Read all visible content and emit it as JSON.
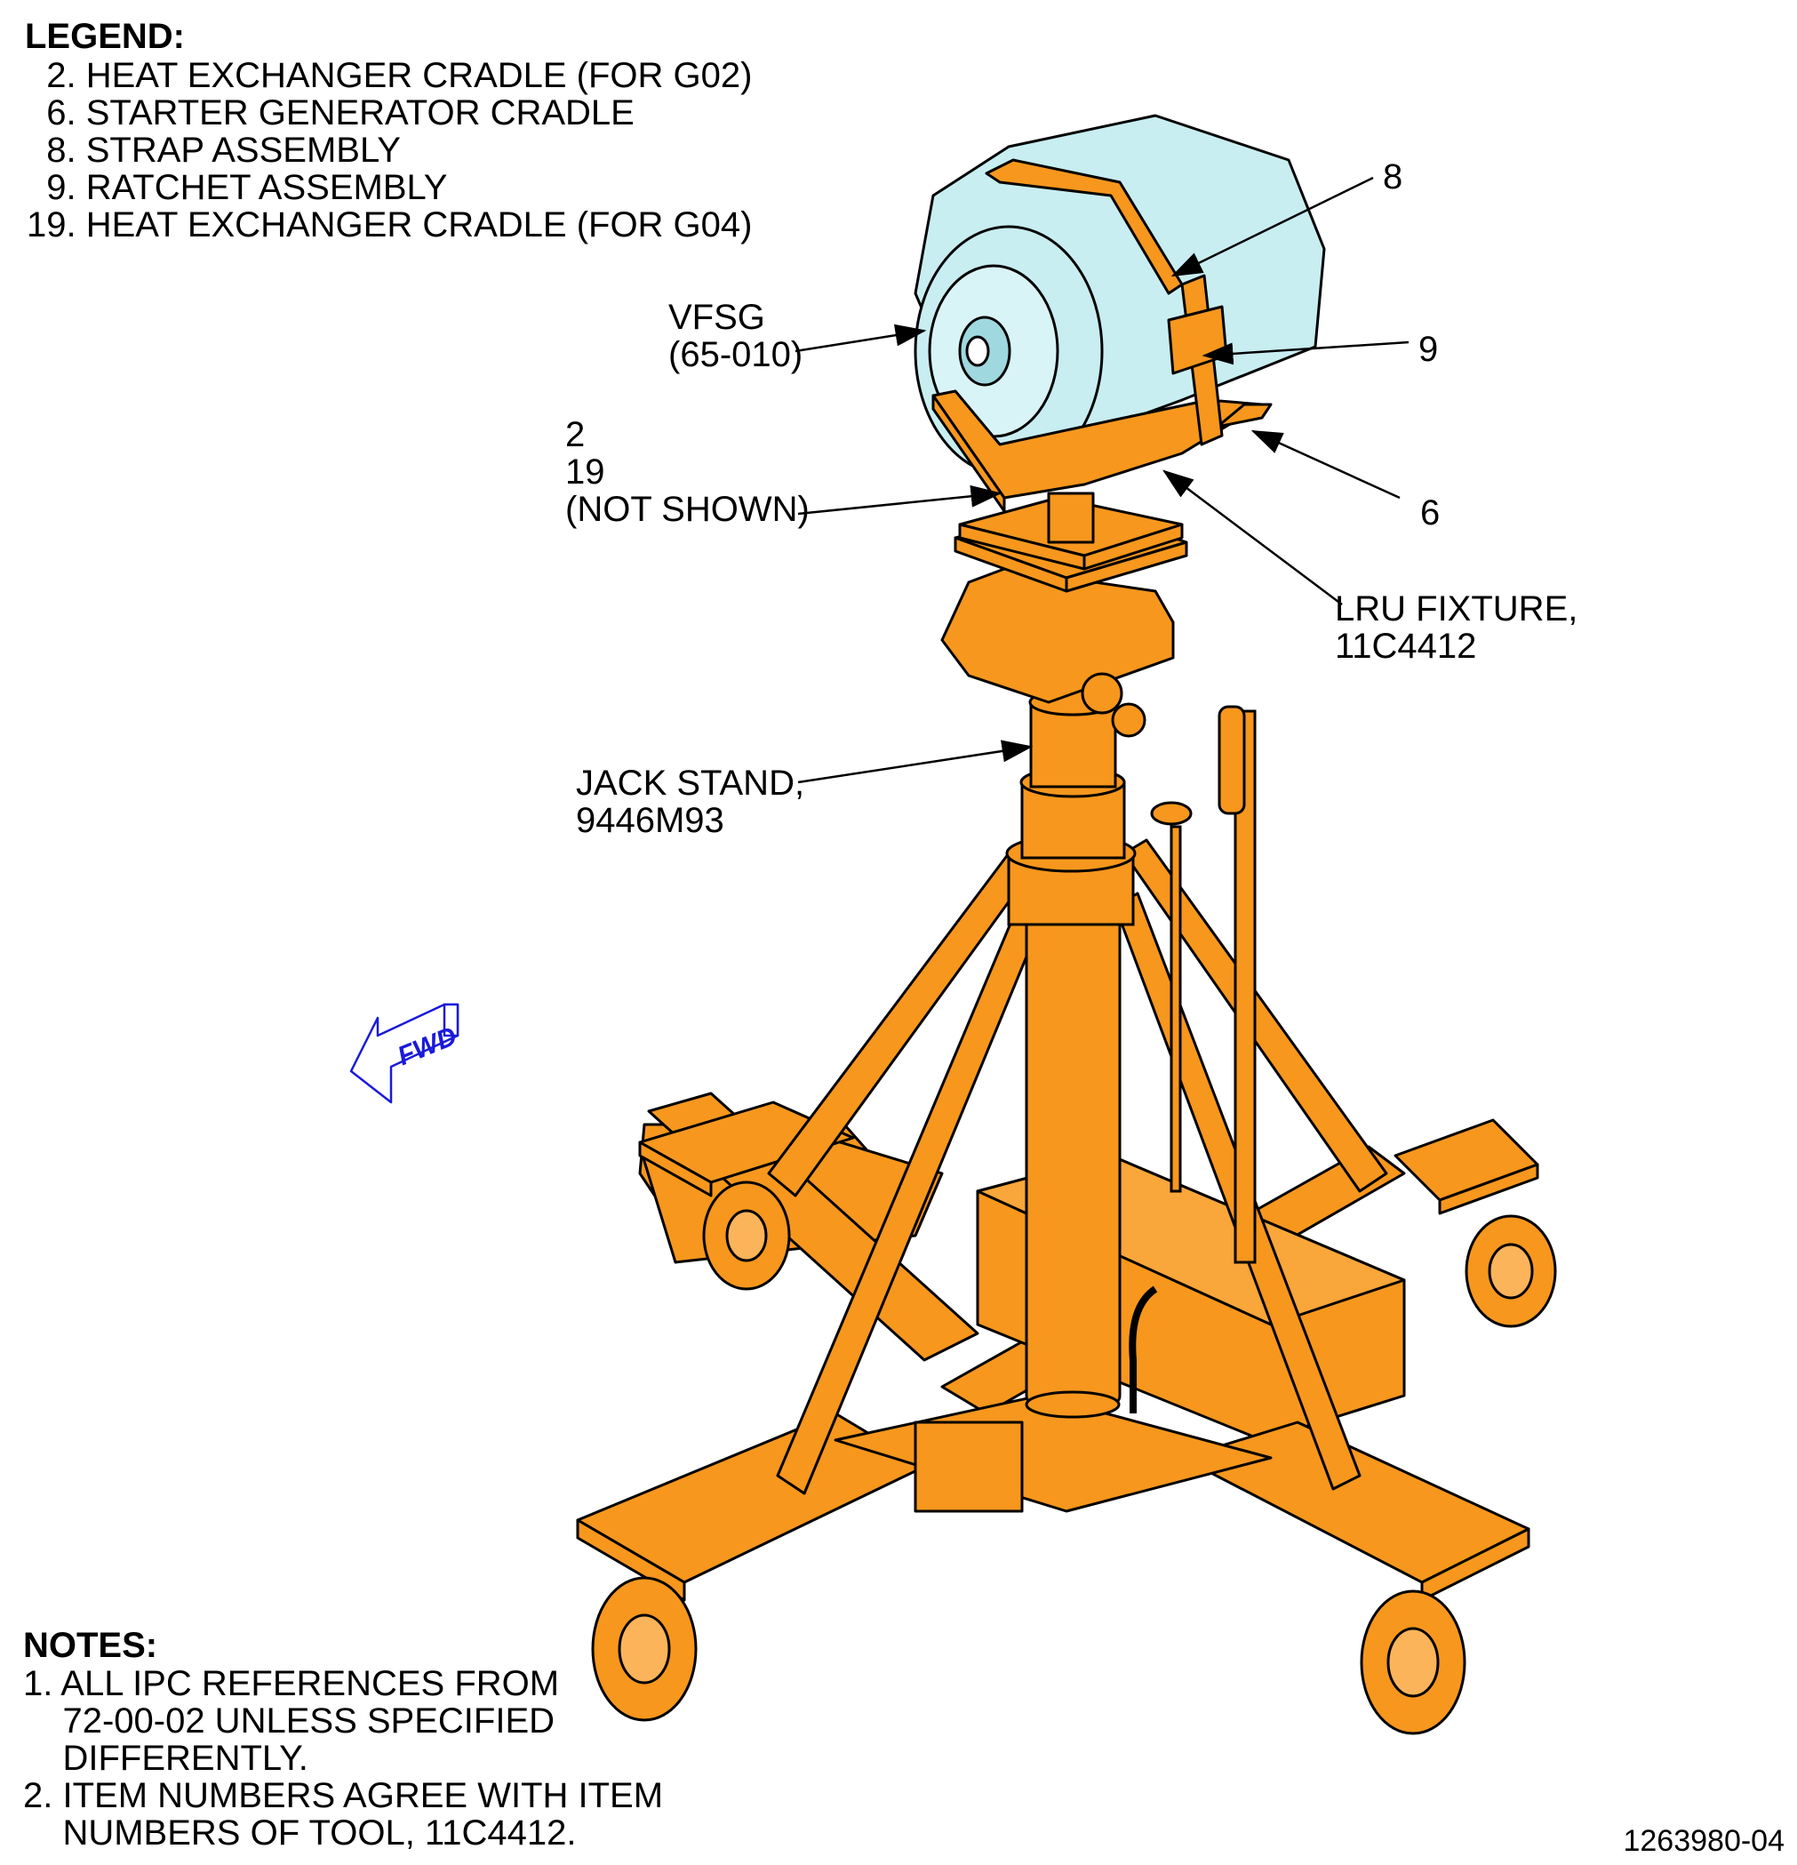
{
  "legend": {
    "title": "LEGEND:",
    "items": [
      "  2. HEAT EXCHANGER CRADLE (FOR G02)",
      "  6. STARTER GENERATOR CRADLE",
      "  8. STRAP ASSEMBLY",
      "  9. RATCHET ASSEMBLY",
      "19. HEAT EXCHANGER CRADLE (FOR G04)"
    ]
  },
  "callouts": {
    "item8": "8",
    "item9": "9",
    "item6": "6",
    "vfsg_line1": "VFSG",
    "vfsg_line2": "(65-010)",
    "not_shown_line1": "2",
    "not_shown_line2": "19",
    "not_shown_line3": "(NOT SHOWN)",
    "lru_line1": "LRU FIXTURE,",
    "lru_line2": "11C4412",
    "jack_line1": "JACK STAND,",
    "jack_line2": "9446M93"
  },
  "fwd_arrow": {
    "label": "FWD"
  },
  "notes": {
    "title": "NOTES:",
    "items": [
      "1. ALL IPC REFERENCES FROM",
      "    72-00-02 UNLESS SPECIFIED",
      "    DIFFERENTLY.",
      "2. ITEM NUMBERS AGREE WITH ITEM",
      "    NUMBERS OF TOOL, 11C4412."
    ]
  },
  "figure_id": "1263980-04",
  "colors": {
    "stand": "#f7971d",
    "generator": "#c8eef2",
    "outline": "#000000",
    "fwd": "#1a1adb"
  }
}
